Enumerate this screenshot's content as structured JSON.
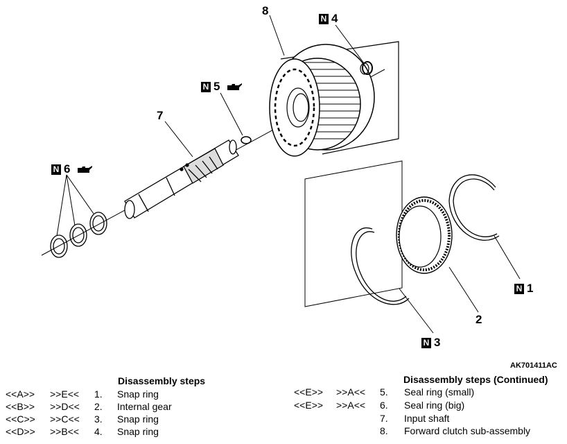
{
  "figure_id": "AK701411AC",
  "callouts": {
    "c1": {
      "number": "1",
      "n_mark": "N"
    },
    "c2": {
      "number": "2"
    },
    "c3": {
      "number": "3",
      "n_mark": "N"
    },
    "c4": {
      "number": "4",
      "n_mark": "N"
    },
    "c5": {
      "number": "5",
      "n_mark": "N",
      "lube_icon": "oil-can-icon"
    },
    "c6": {
      "number": "6",
      "n_mark": "N",
      "lube_icon": "oil-can-icon"
    },
    "c7": {
      "number": "7"
    },
    "c8": {
      "number": "8"
    }
  },
  "left_table": {
    "title": "Disassembly steps",
    "rows": [
      {
        "a": "<<A>>",
        "b": ">>E<<",
        "num": "1.",
        "name": "Snap ring"
      },
      {
        "a": "<<B>>",
        "b": ">>D<<",
        "num": "2.",
        "name": "Internal gear"
      },
      {
        "a": "<<C>>",
        "b": ">>C<<",
        "num": "3.",
        "name": "Snap ring"
      },
      {
        "a": "<<D>>",
        "b": ">>B<<",
        "num": "4.",
        "name": "Snap ring"
      }
    ]
  },
  "right_table": {
    "title": "Disassembly steps (Continued)",
    "rows": [
      {
        "a": "<<E>>",
        "b": ">>A<<",
        "num": "5.",
        "name": "Seal ring (small)"
      },
      {
        "a": "<<E>>",
        "b": ">>A<<",
        "num": "6.",
        "name": "Seal ring (big)"
      },
      {
        "a": "",
        "b": "",
        "num": "7.",
        "name": "Input shaft"
      },
      {
        "a": "",
        "b": "",
        "num": "8.",
        "name": "Forward clutch sub-assembly"
      }
    ]
  }
}
